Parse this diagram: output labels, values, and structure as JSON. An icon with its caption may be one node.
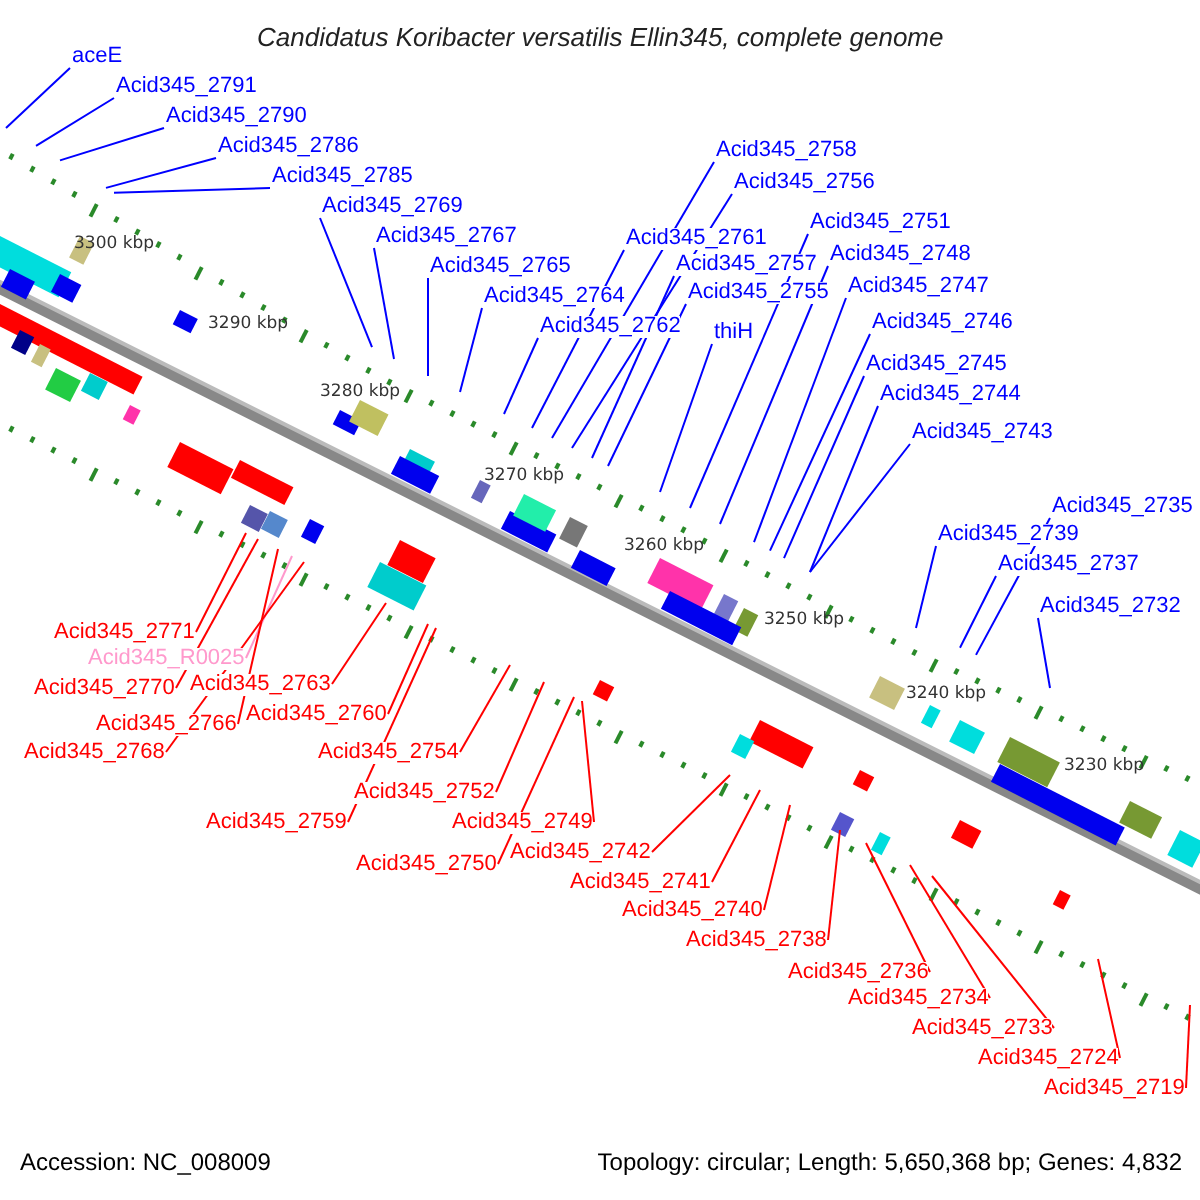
{
  "diagram": {
    "title": "Candidatus Koribacter versatilis Ellin345, complete genome",
    "nodes": [
      {
        "text": [
          "aceE"
        ]
      },
      {
        "text": [
          "Acid345_2791"
        ]
      },
      {
        "text": [
          "Acid345_2790"
        ]
      },
      {
        "text": [
          "Acid345_2786"
        ]
      },
      {
        "text": [
          "Acid345_2785"
        ]
      },
      {
        "text": [
          "Acid345_2769"
        ]
      },
      {
        "text": [
          "Acid345_2767"
        ]
      },
      {
        "text": [
          "Acid345_2765"
        ]
      },
      {
        "text": [
          "Acid345_2764"
        ]
      },
      {
        "text": [
          "Acid345_2762"
        ]
      },
      {
        "text": [
          "Acid345_2761"
        ]
      },
      {
        "text": [
          "Acid345_2758"
        ]
      },
      {
        "text": [
          "Acid345_2756"
        ]
      },
      {
        "text": [
          "Acid345_2757"
        ]
      },
      {
        "text": [
          "Acid345_2755"
        ]
      },
      {
        "text": [
          "thiH"
        ]
      },
      {
        "text": [
          "Acid345_2751"
        ]
      },
      {
        "text": [
          "Acid345_2748"
        ]
      },
      {
        "text": [
          "Acid345_2747"
        ]
      },
      {
        "text": [
          "Acid345_2746"
        ]
      },
      {
        "text": [
          "Acid345_2745"
        ]
      },
      {
        "text": [
          "Acid345_2744"
        ]
      },
      {
        "text": [
          "Acid345_2743"
        ]
      },
      {
        "text": [
          "Acid345_2739"
        ]
      },
      {
        "text": [
          "Acid345_2735"
        ]
      },
      {
        "text": [
          "Acid345_2737"
        ]
      },
      {
        "text": [
          "Acid345_2732"
        ]
      },
      {
        "text": [
          "Acid345_2771"
        ]
      },
      {
        "text": [
          "Acid345_R0025"
        ]
      },
      {
        "text": [
          "Acid345_2770"
        ]
      },
      {
        "text": [
          "Acid345_2766"
        ]
      },
      {
        "text": [
          "Acid345_2768"
        ]
      },
      {
        "text": [
          "Acid345_2763"
        ]
      },
      {
        "text": [
          "Acid345_2760"
        ]
      },
      {
        "text": [
          "Acid345_2754"
        ]
      },
      {
        "text": [
          "Acid345_2759"
        ]
      },
      {
        "text": [
          "Acid345_2752"
        ]
      },
      {
        "text": [
          "Acid345_2749"
        ]
      },
      {
        "text": [
          "Acid345_2750"
        ]
      },
      {
        "text": [
          "Acid345_2742"
        ]
      },
      {
        "text": [
          "Acid345_2741"
        ]
      },
      {
        "text": [
          "Acid345_2740"
        ]
      },
      {
        "text": [
          "Acid345_2738"
        ]
      },
      {
        "text": [
          "Acid345_2736"
        ]
      },
      {
        "text": [
          "Acid345_2734"
        ]
      },
      {
        "text": [
          "Acid345_2733"
        ]
      },
      {
        "text": [
          "Acid345_2724"
        ]
      },
      {
        "text": [
          "Acid345_2719"
        ]
      }
    ],
    "edges": [
      {
        "from": 0,
        "to": null,
        "arrow": "none"
      },
      {
        "from": 1,
        "to": null,
        "arrow": "none"
      },
      {
        "from": 2,
        "to": null,
        "arrow": "none"
      },
      {
        "from": 3,
        "to": null,
        "arrow": "none"
      },
      {
        "from": 4,
        "to": null,
        "arrow": "none"
      },
      {
        "from": 5,
        "to": null,
        "arrow": "none"
      },
      {
        "from": 6,
        "to": null,
        "arrow": "none"
      },
      {
        "from": 7,
        "to": null,
        "arrow": "none"
      },
      {
        "from": 8,
        "to": null,
        "arrow": "none"
      },
      {
        "from": 9,
        "to": null,
        "arrow": "none"
      },
      {
        "from": 10,
        "to": null,
        "arrow": "none"
      },
      {
        "from": 11,
        "to": null,
        "arrow": "none"
      },
      {
        "from": 12,
        "to": null,
        "arrow": "none"
      },
      {
        "from": 13,
        "to": null,
        "arrow": "none"
      },
      {
        "from": 14,
        "to": null,
        "arrow": "none"
      },
      {
        "from": 15,
        "to": null,
        "arrow": "none"
      },
      {
        "from": 16,
        "to": null,
        "arrow": "none"
      },
      {
        "from": 17,
        "to": null,
        "arrow": "none"
      },
      {
        "from": 18,
        "to": null,
        "arrow": "none"
      },
      {
        "from": 19,
        "to": null,
        "arrow": "none"
      },
      {
        "from": 20,
        "to": null,
        "arrow": "none"
      },
      {
        "from": 21,
        "to": null,
        "arrow": "none"
      },
      {
        "from": 22,
        "to": null,
        "arrow": "none"
      },
      {
        "from": 23,
        "to": null,
        "arrow": "none"
      },
      {
        "from": 24,
        "to": null,
        "arrow": "none"
      },
      {
        "from": 25,
        "to": null,
        "arrow": "none"
      },
      {
        "from": 26,
        "to": null,
        "arrow": "none"
      },
      {
        "from": 27,
        "to": null,
        "arrow": "none",
        "color": "#ff0000"
      },
      {
        "from": 28,
        "to": null,
        "arrow": "none",
        "color": "#ff99cc"
      },
      {
        "from": 29,
        "to": null,
        "arrow": "none",
        "color": "#ff0000"
      },
      {
        "from": 30,
        "to": null,
        "arrow": "none",
        "color": "#ff0000"
      },
      {
        "from": 31,
        "to": null,
        "arrow": "none",
        "color": "#ff0000"
      },
      {
        "from": 32,
        "to": null,
        "arrow": "none",
        "color": "#ff0000"
      },
      {
        "from": 33,
        "to": null,
        "arrow": "none",
        "color": "#ff0000"
      },
      {
        "from": 34,
        "to": null,
        "arrow": "none",
        "color": "#ff0000"
      },
      {
        "from": 35,
        "to": null,
        "arrow": "none",
        "color": "#ff0000"
      },
      {
        "from": 36,
        "to": null,
        "arrow": "none",
        "color": "#ff0000"
      },
      {
        "from": 37,
        "to": null,
        "arrow": "none",
        "color": "#ff0000"
      },
      {
        "from": 38,
        "to": null,
        "arrow": "none",
        "color": "#ff0000"
      },
      {
        "from": 39,
        "to": null,
        "arrow": "none",
        "color": "#ff0000"
      },
      {
        "from": 40,
        "to": null,
        "arrow": "none",
        "color": "#ff0000"
      },
      {
        "from": 41,
        "to": null,
        "arrow": "none",
        "color": "#ff0000"
      },
      {
        "from": 42,
        "to": null,
        "arrow": "none",
        "color": "#ff0000"
      },
      {
        "from": 43,
        "to": null,
        "arrow": "none",
        "color": "#ff0000"
      },
      {
        "from": 44,
        "to": null,
        "arrow": "none",
        "color": "#ff0000"
      },
      {
        "from": 45,
        "to": null,
        "arrow": "none",
        "color": "#ff0000"
      },
      {
        "from": 46,
        "to": null,
        "arrow": "none",
        "color": "#ff0000"
      },
      {
        "from": 47,
        "to": null,
        "arrow": "none",
        "color": "#ff0000"
      }
    ],
    "labels": [
      "3300 kbp",
      "3290 kbp",
      "3280 kbp",
      "3270 kbp",
      "3260 kbp",
      "3250 kbp",
      "3240 kbp",
      "3230 kbp",
      "Accession: NC_008009",
      "Topology: circular; Length: 5,650,368 bp; Genes: 4,832"
    ]
  }
}
